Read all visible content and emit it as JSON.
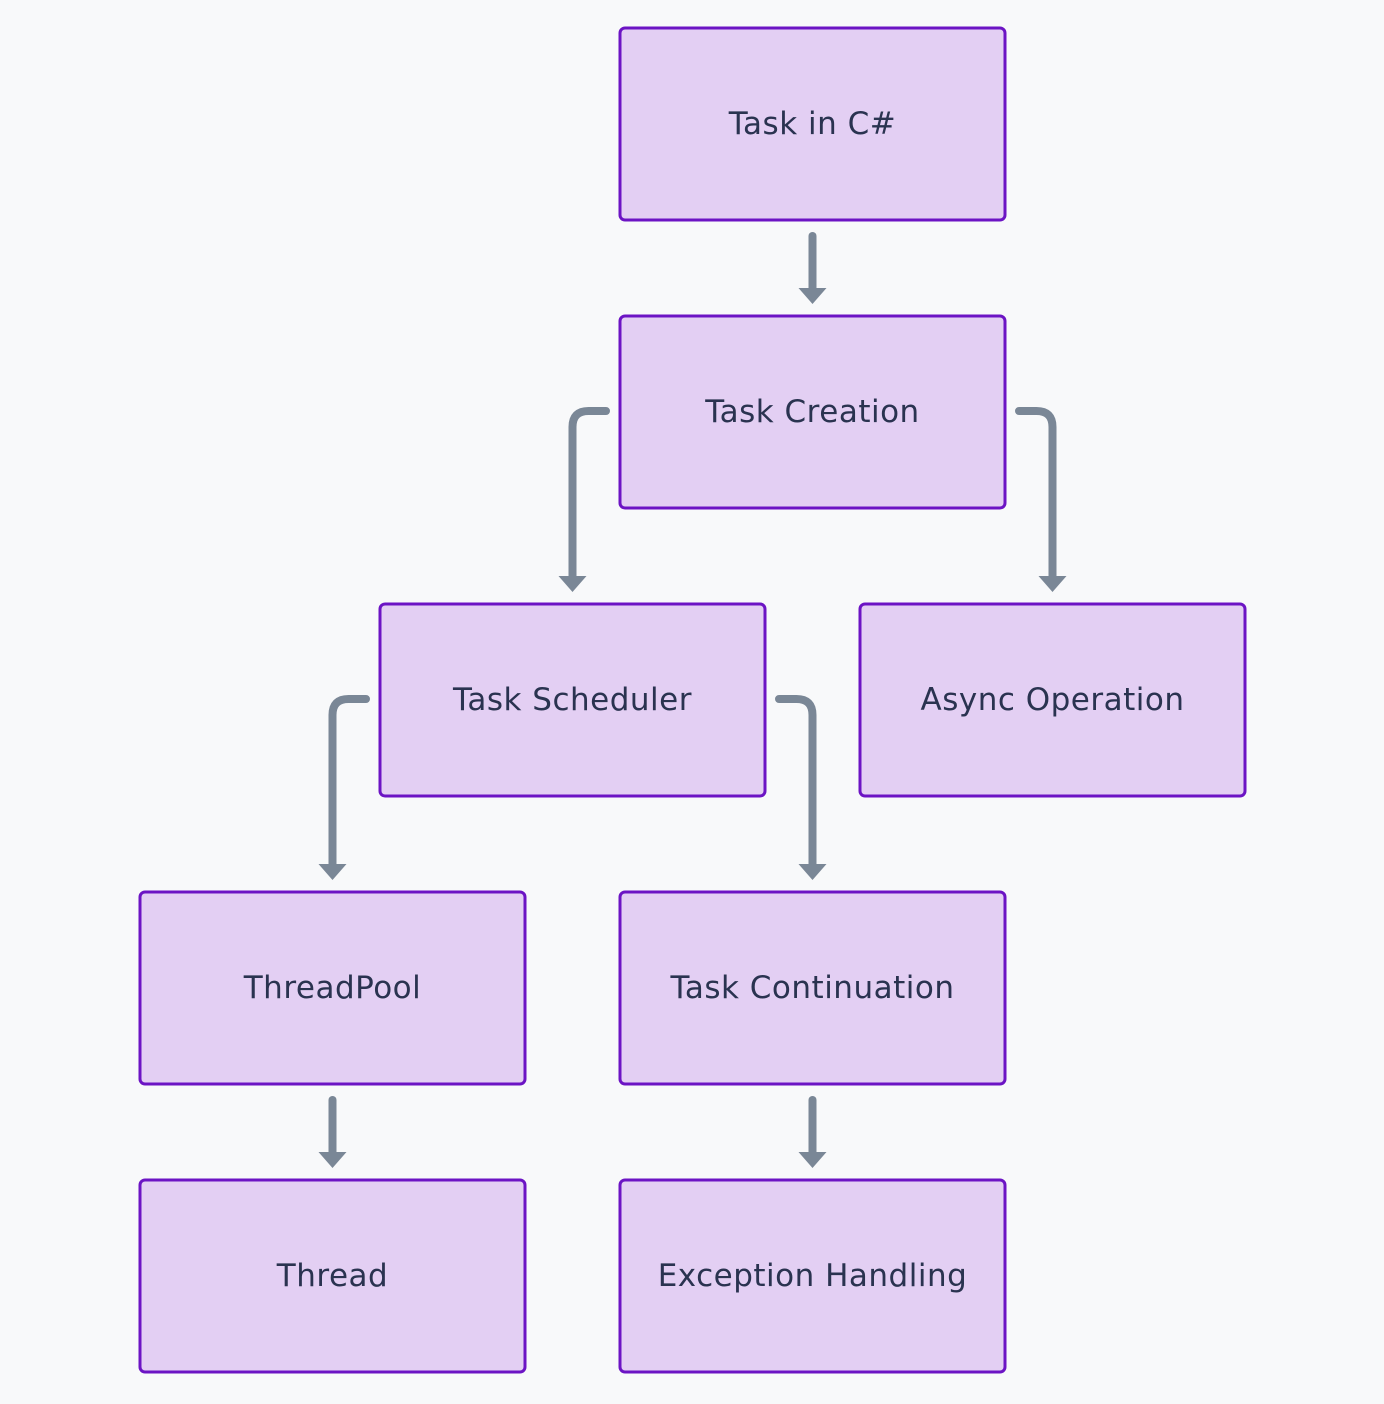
{
  "diagram": {
    "colors": {
      "background": "#f8f9fa",
      "node_fill": "#e3cff3",
      "node_border": "#6c14c4",
      "node_text": "#2a3350",
      "edge": "#7a8796"
    },
    "nodes": [
      {
        "id": "task",
        "label": "Task in C#"
      },
      {
        "id": "creation",
        "label": "Task Creation"
      },
      {
        "id": "scheduler",
        "label": "Task Scheduler"
      },
      {
        "id": "async",
        "label": "Async Operation"
      },
      {
        "id": "threadpool",
        "label": "ThreadPool"
      },
      {
        "id": "continuation",
        "label": "Task Continuation"
      },
      {
        "id": "thread",
        "label": "Thread"
      },
      {
        "id": "exception",
        "label": "Exception Handling"
      }
    ],
    "edges": [
      {
        "from": "task",
        "to": "creation"
      },
      {
        "from": "creation",
        "to": "scheduler"
      },
      {
        "from": "creation",
        "to": "async"
      },
      {
        "from": "scheduler",
        "to": "threadpool"
      },
      {
        "from": "scheduler",
        "to": "continuation"
      },
      {
        "from": "threadpool",
        "to": "thread"
      },
      {
        "from": "continuation",
        "to": "exception"
      }
    ]
  }
}
